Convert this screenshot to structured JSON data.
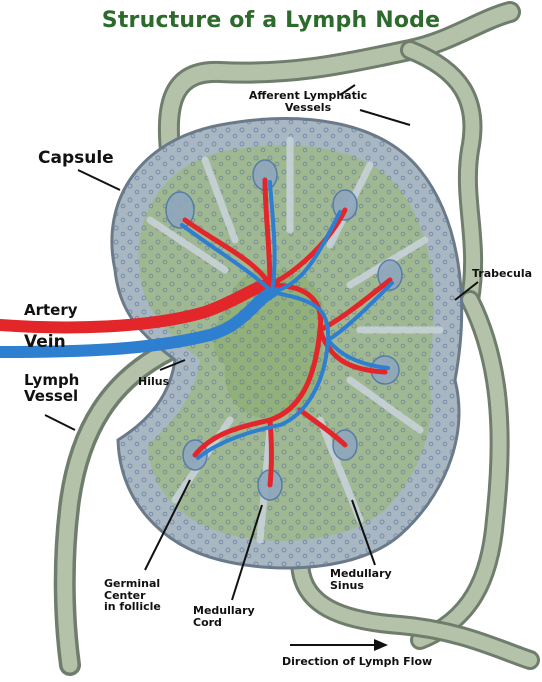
{
  "title": "Structure of a Lymph Node",
  "labels": {
    "capsule": "Capsule",
    "afferent_line1": "Afferent Lymphatic",
    "afferent_line2": "Vessels",
    "trabecula": "Trabecula",
    "artery": "Artery",
    "vein": "Vein",
    "lymph_vessel_line1": "Lymph",
    "lymph_vessel_line2": "Vessel",
    "hilus": "Hilus",
    "germinal_line1": "Germinal",
    "germinal_line2": "Center",
    "germinal_line3": "in follicle",
    "medullary_cord_line1": "Medullary",
    "medullary_cord_line2": "Cord",
    "medullary_sinus_line1": "Medullary",
    "medullary_sinus_line2": "Sinus",
    "flow_direction": "Direction of Lymph Flow"
  },
  "colors": {
    "title": "#2c6b2c",
    "artery": "#e3262a",
    "vein": "#2e7fd0",
    "capsule_fill": "#a9b7c2",
    "cortex_fill": "#9fb88a",
    "vessel_fill": "#9ead96"
  }
}
